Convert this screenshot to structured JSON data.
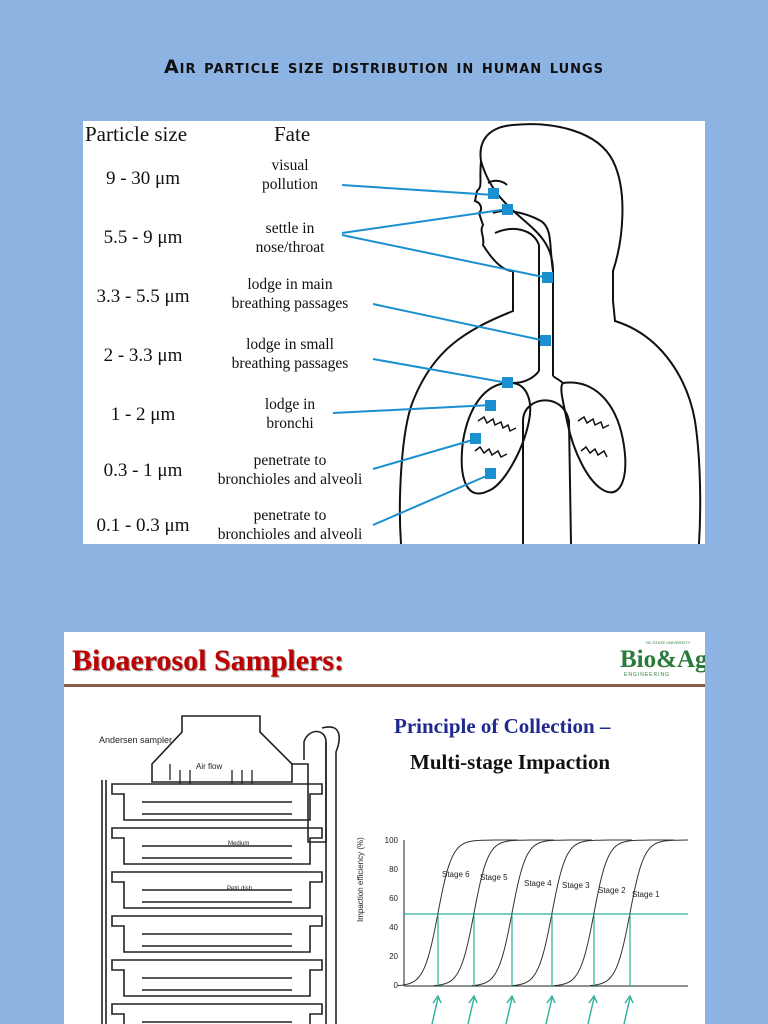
{
  "heading": "Air particle size distribution in human lungs",
  "lungs": {
    "col_size": "Particle size",
    "col_fate": "Fate",
    "rows": [
      {
        "size": "9 - 30 μm",
        "fate1": "visual",
        "fate2": "pollution"
      },
      {
        "size": "5.5 - 9 μm",
        "fate1": "settle in",
        "fate2": "nose/throat"
      },
      {
        "size": "3.3 - 5.5 μm",
        "fate1": "lodge in main",
        "fate2": "breathing passages"
      },
      {
        "size": "2 - 3.3 μm",
        "fate1": "lodge in small",
        "fate2": "breathing passages"
      },
      {
        "size": "1 - 2 μm",
        "fate1": "lodge in",
        "fate2": "bronchi"
      },
      {
        "size": "0.3 - 1 μm",
        "fate1": "penetrate to",
        "fate2": "bronchioles and alveoli"
      },
      {
        "size": "0.1 - 0.3 μm",
        "fate1": "penetrate to",
        "fate2": "bronchioles and alveoli"
      }
    ],
    "pointer_color": "#1a90d0"
  },
  "samplers": {
    "title": "Bioaerosol Samplers:",
    "logo_text": "Bio&Ag",
    "logo_top": "NC STATE UNIVERSITY",
    "logo_sub": "ENGINEERING",
    "principle": "Principle of Collection –",
    "subtitle": "Multi-stage Impaction",
    "sampler_label": "Andersen sampler",
    "air_flow": "Air flow",
    "medium": "Medium",
    "petri": "Petri dish",
    "y_axis_label": "Impaction efficiency (%)",
    "y_ticks": [
      "100",
      "80",
      "60",
      "40",
      "20",
      "0"
    ],
    "stages": [
      "Stage 6",
      "Stage 5",
      "Stage 4",
      "Stage 3",
      "Stage 2",
      "Stage 1"
    ],
    "accent": "#2ab09a"
  }
}
